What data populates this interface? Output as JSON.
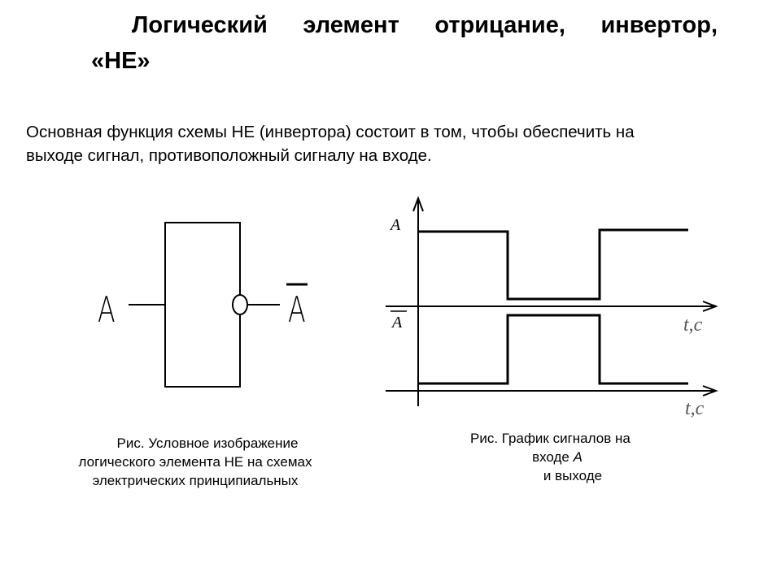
{
  "title": {
    "line1": "Логический элемент отрицание, инвертор,",
    "line2": "«НЕ»"
  },
  "intro": {
    "line1": "Основная функция схемы НЕ (инвертора) состоит в том, чтобы обеспечить на",
    "line2": "выходе сигнал, противоположный сигналу на входе."
  },
  "schematic": {
    "input_label": "A",
    "output_label": "A"
  },
  "timing": {
    "label_input": "A",
    "label_output": "A",
    "axis_label_top": "t,c",
    "axis_label_bottom": "t,c"
  },
  "caption_left": {
    "line1": "Рис. Условное изображение",
    "line2": "логического элемента НЕ на схемах",
    "line3": "электрических принципиальных"
  },
  "caption_right": {
    "line1": "Рис. График сигналов на",
    "line2_prefix": "входе ",
    "line2_var": "А",
    "line3": "и выходе"
  }
}
